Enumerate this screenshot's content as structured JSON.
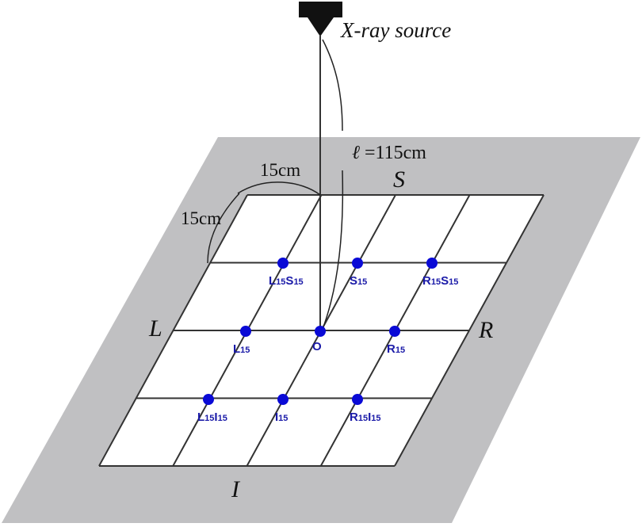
{
  "source": {
    "label": "X-ray source"
  },
  "distance": {
    "symbol": "ℓ",
    "label": "=115cm"
  },
  "grid_spacing": {
    "top_label": "15cm",
    "left_label": "15cm"
  },
  "directions": {
    "top": "S",
    "bottom": "I",
    "left": "L",
    "right": "R"
  },
  "colors": {
    "background": "#c0c0c2",
    "grid": "#ffffff",
    "point": "#0a0ad6",
    "point_label": "#1a1aa8"
  },
  "points": [
    {
      "id": "L15S15",
      "parts": [
        [
          "L",
          false
        ],
        [
          "15",
          true
        ],
        [
          "S",
          false
        ],
        [
          "15",
          true
        ]
      ],
      "u": -1,
      "v": -1
    },
    {
      "id": "S15",
      "parts": [
        [
          "S",
          false
        ],
        [
          "15",
          true
        ]
      ],
      "u": 0,
      "v": -1
    },
    {
      "id": "R15S15",
      "parts": [
        [
          "R",
          false
        ],
        [
          "15",
          true
        ],
        [
          "S",
          false
        ],
        [
          "15",
          true
        ]
      ],
      "u": 1,
      "v": -1
    },
    {
      "id": "L15",
      "parts": [
        [
          "L",
          false
        ],
        [
          "15",
          true
        ]
      ],
      "u": -1,
      "v": 0
    },
    {
      "id": "O",
      "parts": [
        [
          "O",
          false
        ]
      ],
      "u": 0,
      "v": 0
    },
    {
      "id": "R15",
      "parts": [
        [
          "R",
          false
        ],
        [
          "15",
          true
        ]
      ],
      "u": 1,
      "v": 0
    },
    {
      "id": "L15I15",
      "parts": [
        [
          "L",
          false
        ],
        [
          "15",
          true
        ],
        [
          "I",
          false
        ],
        [
          "15",
          true
        ]
      ],
      "u": -1,
      "v": 1
    },
    {
      "id": "I15",
      "parts": [
        [
          "I",
          false
        ],
        [
          "15",
          true
        ]
      ],
      "u": 0,
      "v": 1
    },
    {
      "id": "R15I15",
      "parts": [
        [
          "R",
          false
        ],
        [
          "15",
          true
        ],
        [
          "I",
          false
        ],
        [
          "15",
          true
        ]
      ],
      "u": 1,
      "v": 1
    }
  ]
}
